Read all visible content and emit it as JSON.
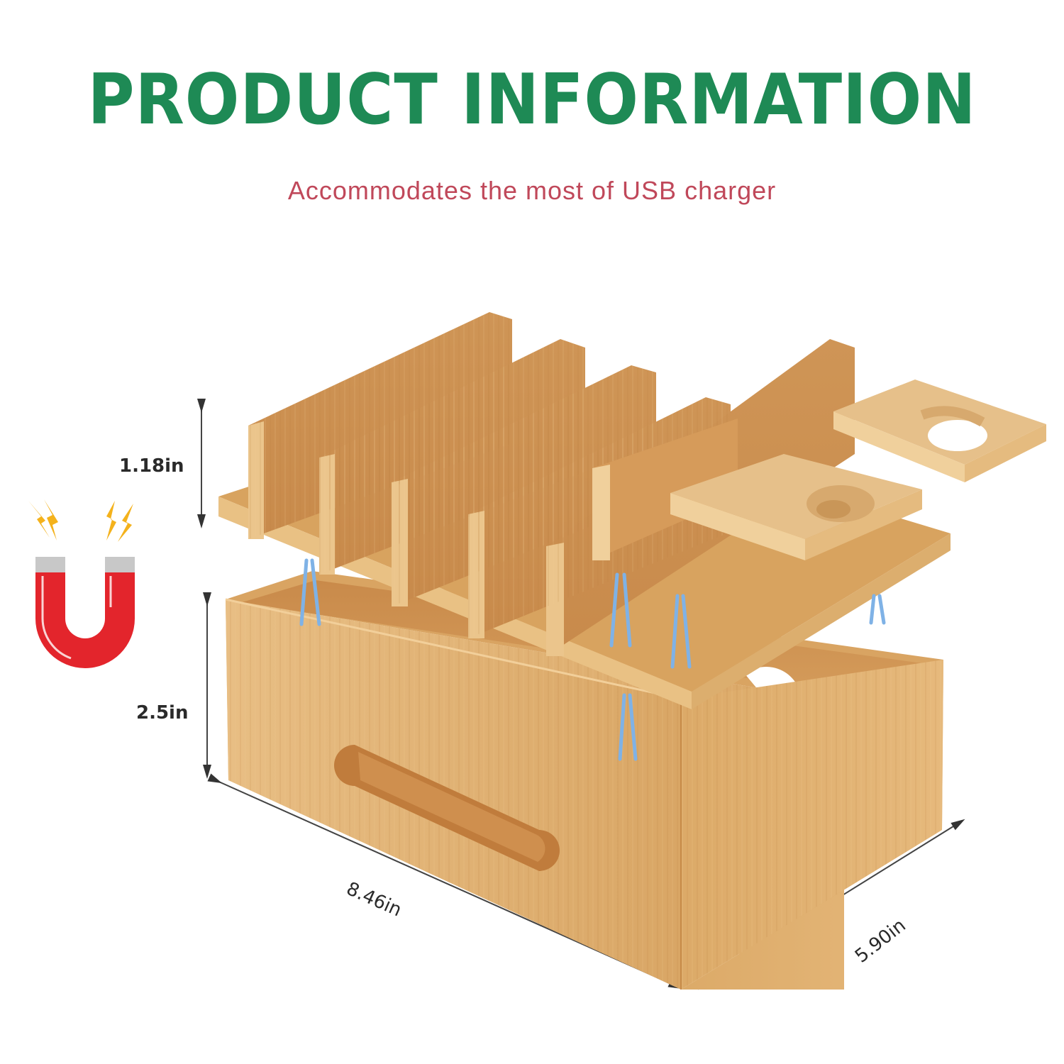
{
  "header": {
    "title": "PRODUCT INFORMATION",
    "subtitle": "Accommodates the most of USB charger"
  },
  "dimensions": {
    "top_height": "1.18in",
    "box_height": "2.5in",
    "length": "8.46in",
    "width": "5.90in"
  },
  "icons": {
    "magnet": "magnet-icon",
    "lightning": "lightning-icon"
  },
  "colors": {
    "title": "#1e8a55",
    "subtitle": "#c0485a",
    "wood_light": "#e3b77c",
    "wood_mid": "#d49d5c",
    "wood_dark": "#b97b40",
    "magnet_red": "#e3252c",
    "magnet_tip": "#c8c8c8",
    "spark": "#f4b21c",
    "arrow_blue": "#7fb2e6"
  }
}
